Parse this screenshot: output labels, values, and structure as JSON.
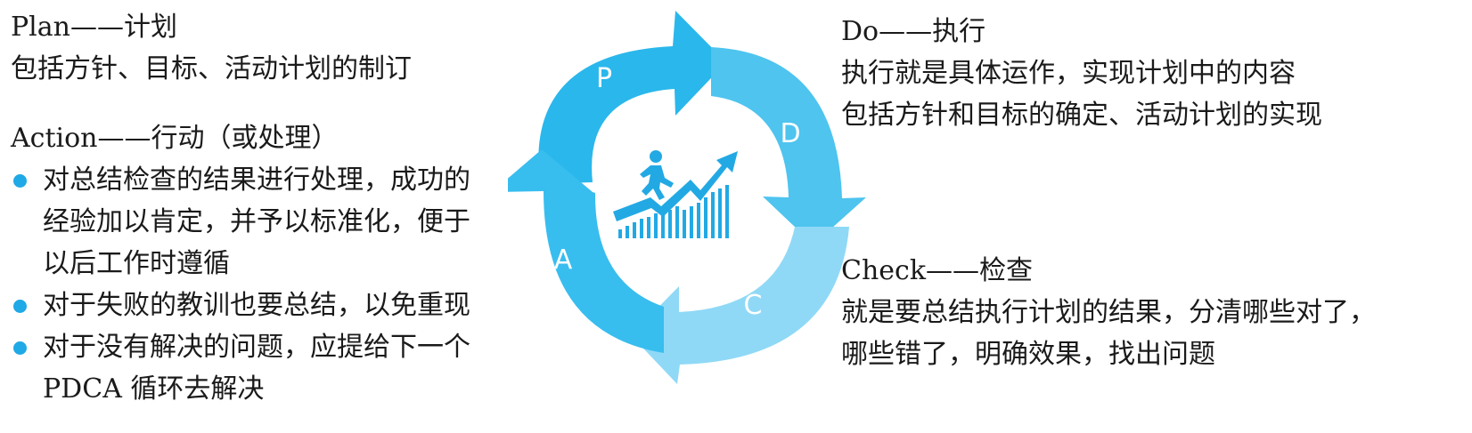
{
  "plan": {
    "title": "Plan——计划",
    "desc": "包括方针、目标、活动计划的制订"
  },
  "action": {
    "title": "Action——行动（或处理）",
    "bullets": [
      {
        "lines": [
          "对总结检查的结果进行处理，成功的",
          "经验加以肯定，并予以标准化，便于",
          "以后工作时遵循"
        ]
      },
      {
        "lines": [
          "对于失败的教训也要总结，以免重现"
        ]
      },
      {
        "lines": [
          "对于没有解决的问题，应提给下一个",
          "PDCA 循环去解决"
        ]
      }
    ]
  },
  "do": {
    "title": "Do——执行",
    "lines": [
      "执行就是具体运作，实现计划中的内容",
      "包括方针和目标的确定、活动计划的实现"
    ]
  },
  "check": {
    "title": "Check——检查",
    "lines": [
      "就是要总结执行计划的结果，分清哪些对了，",
      "哪些错了，明确效果，找出问题"
    ]
  },
  "cycle": {
    "labels": {
      "p": "P",
      "d": "D",
      "c": "C",
      "a": "A"
    },
    "center_icon": "growth-chart-runner-icon"
  },
  "colors": {
    "p": "#2ab7ec",
    "d": "#4ec4ef",
    "c": "#8fd9f6",
    "a": "#38bdef",
    "bullet": "#1fa9e6",
    "icon": "#22a9e4"
  }
}
